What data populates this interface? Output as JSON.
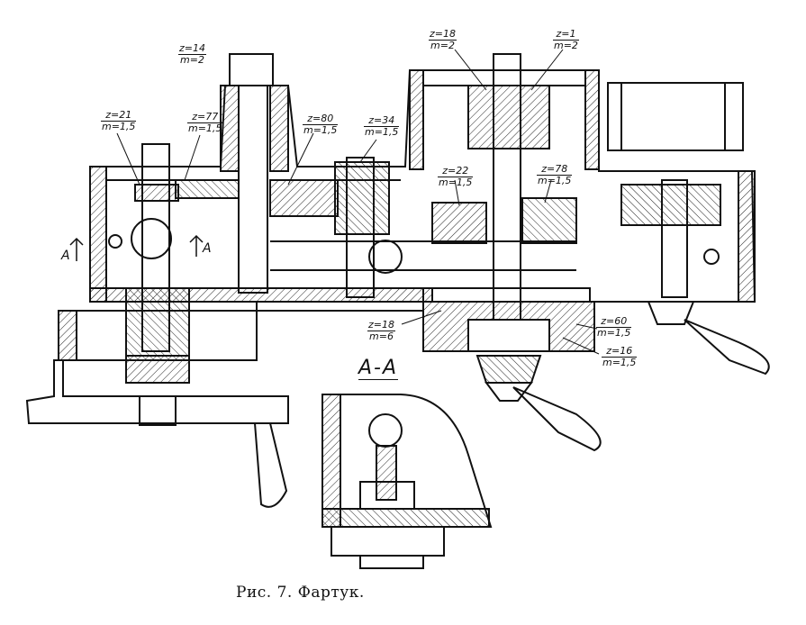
{
  "gear_labels": [
    {
      "z": "z=14",
      "m": "m=2"
    },
    {
      "z": "z=21",
      "m": "m=1,5"
    },
    {
      "z": "z=77",
      "m": "m=1,5"
    },
    {
      "z": "z=80",
      "m": "m=1,5"
    },
    {
      "z": "z=34",
      "m": "m=1,5"
    },
    {
      "z": "z=18",
      "m": "m=2"
    },
    {
      "z": "z=1",
      "m": "m=2"
    },
    {
      "z": "z=22",
      "m": "m=1,5"
    },
    {
      "z": "z=78",
      "m": "m=1,5"
    },
    {
      "z": "z=18",
      "m": "m=6"
    },
    {
      "z": "z=60",
      "m": "m=1,5"
    },
    {
      "z": "z=16",
      "m": "m=1,5"
    }
  ],
  "section_markers": {
    "left": "A",
    "right": "A"
  },
  "section_title": "А-А",
  "caption": "Рис.  7.  Фартук."
}
